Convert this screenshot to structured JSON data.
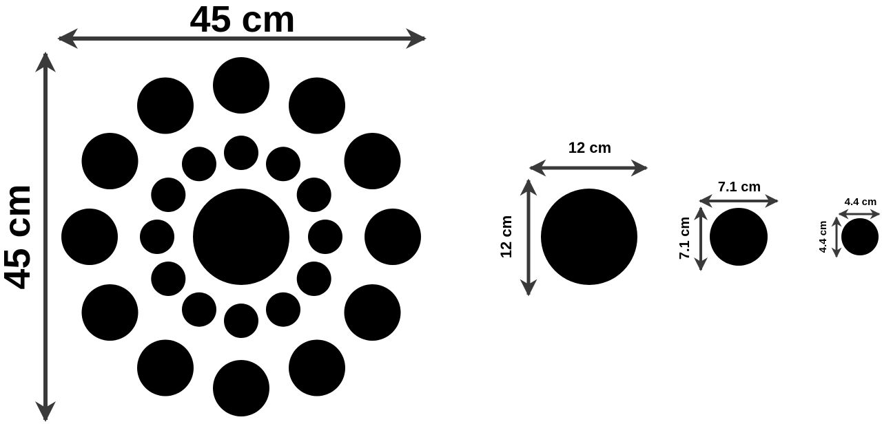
{
  "colors": {
    "shape_fill": "#000000",
    "arrow_color": "#3a3a3a",
    "background": "#ffffff"
  },
  "arrangement": {
    "width_label": "45 cm",
    "height_label": "45 cm"
  },
  "pieces": [
    {
      "size": "large",
      "width_label": "12 cm",
      "height_label": "12 cm"
    },
    {
      "size": "medium",
      "width_label": "7.1 cm",
      "height_label": "7.1 cm"
    },
    {
      "size": "small",
      "width_label": "4.4 cm",
      "height_label": "4.4 cm"
    }
  ]
}
